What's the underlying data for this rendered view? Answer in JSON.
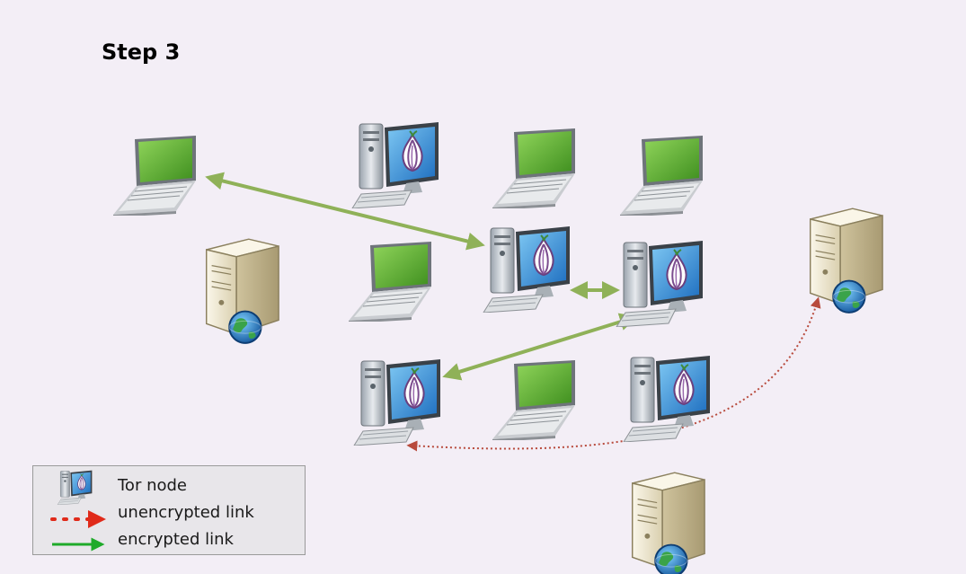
{
  "title": "Step 3",
  "legend": {
    "tor_node": "Tor node",
    "unencrypted": "unencrypted link",
    "encrypted": "encrypted link"
  },
  "colors": {
    "background": "#f3eef6",
    "encrypted_arrow": "#8fb158",
    "unencrypted_arrow": "#b84a3c",
    "legend_encrypted": "#1faa2a",
    "legend_unencrypted": "#e02a1a",
    "laptop_screen": "#5aab2d",
    "monitor_screen": "#2f8ed8",
    "onion": "#7b4c8e",
    "server_body": "#f2ead2"
  },
  "nodes": [
    {
      "type": "laptop",
      "icon": "laptop-icon"
    },
    {
      "type": "tor-node",
      "icon": "tor-node-icon"
    },
    {
      "type": "laptop",
      "icon": "laptop-icon"
    },
    {
      "type": "laptop",
      "icon": "laptop-icon"
    },
    {
      "type": "server",
      "icon": "server-icon"
    },
    {
      "type": "laptop",
      "icon": "laptop-icon"
    },
    {
      "type": "tor-node",
      "icon": "tor-node-icon"
    },
    {
      "type": "tor-node",
      "icon": "tor-node-icon"
    },
    {
      "type": "server",
      "icon": "server-icon"
    },
    {
      "type": "tor-node",
      "icon": "tor-node-icon"
    },
    {
      "type": "laptop",
      "icon": "laptop-icon"
    },
    {
      "type": "tor-node",
      "icon": "tor-node-icon"
    },
    {
      "type": "server",
      "icon": "server-icon"
    }
  ],
  "links": [
    {
      "from": 0,
      "to": 6,
      "kind": "encrypted"
    },
    {
      "from": 6,
      "to": 7,
      "kind": "encrypted"
    },
    {
      "from": 7,
      "to": 9,
      "kind": "encrypted"
    },
    {
      "from": 9,
      "to": 8,
      "kind": "unencrypted"
    }
  ]
}
